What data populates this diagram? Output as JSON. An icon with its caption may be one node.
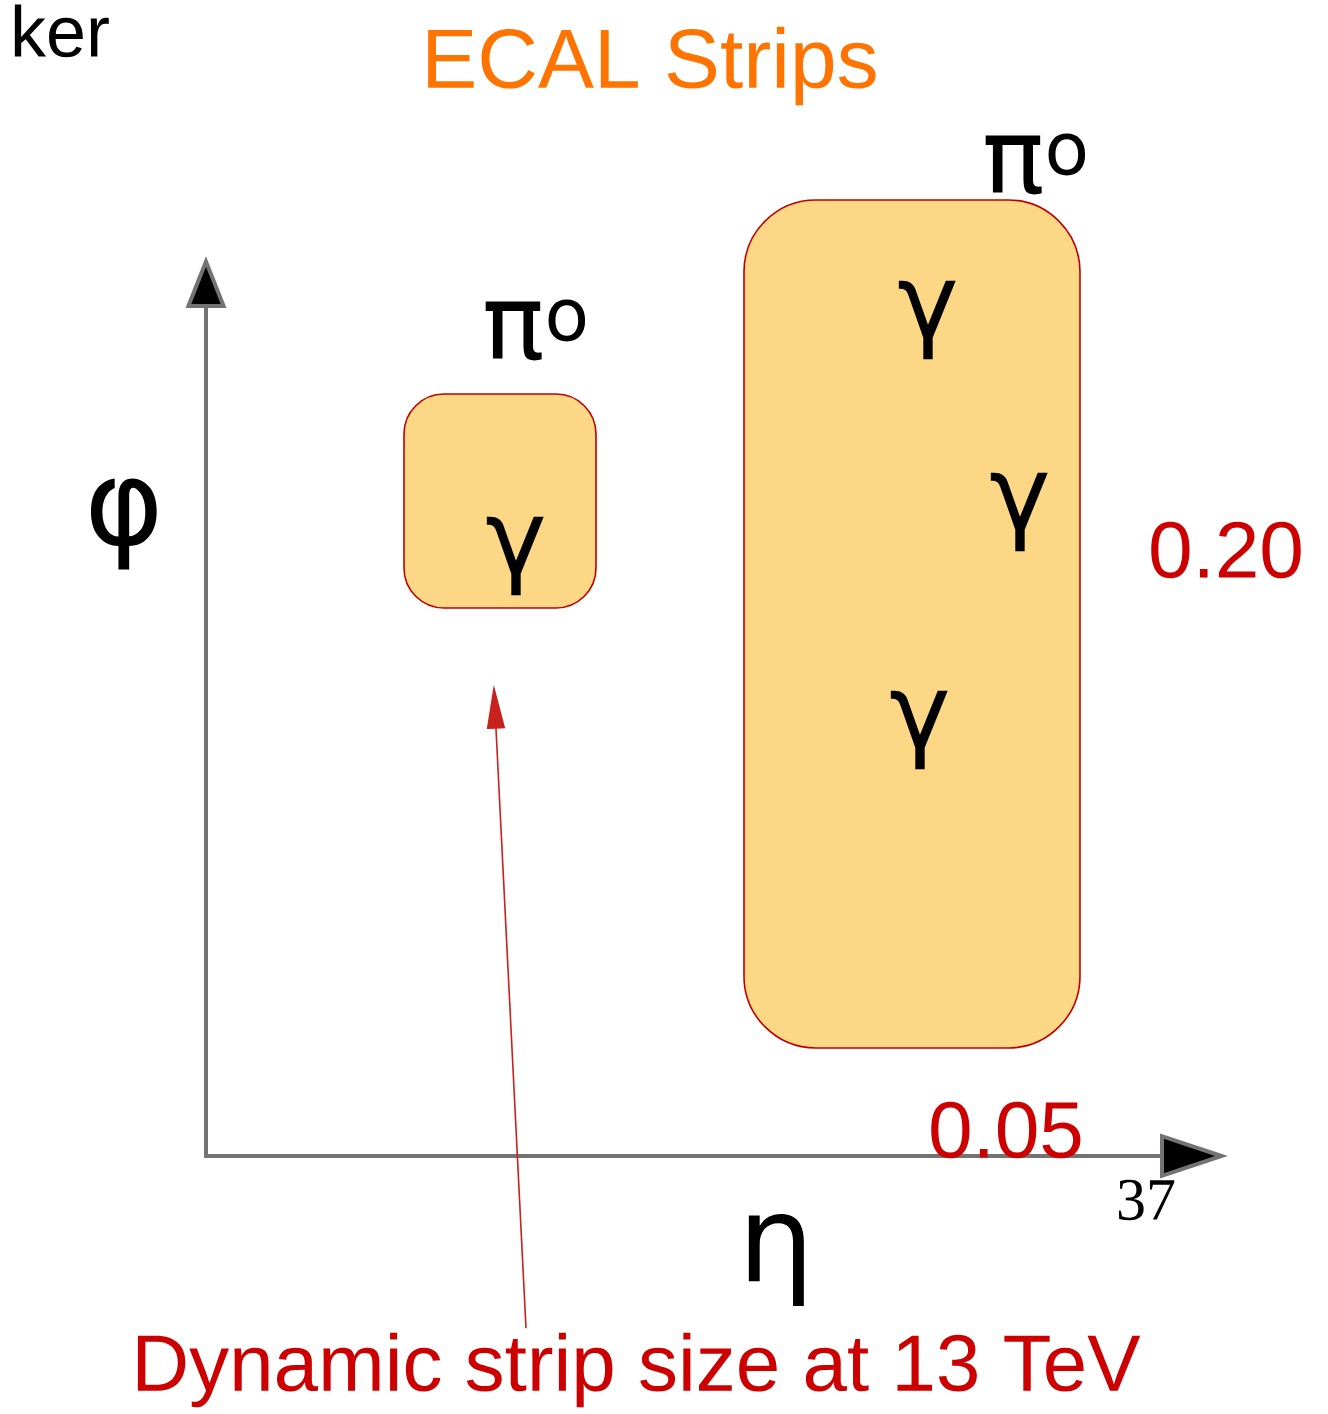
{
  "diagram": {
    "nodes": [
      {
        "text": [
          "π$^{o}$",
          "γ"
        ]
      },
      {
        "text": [
          "π$^{o}$",
          "γ",
          "γ",
          "γ"
        ]
      },
      {
        "text": [
          "Dynamic strip size at 13 TeV"
        ]
      }
    ],
    "edges": [
      {
        "from": 2,
        "to": 0,
        "arrow": "to",
        "color": "#c9211e"
      }
    ],
    "labels": [
      "ker",
      "ECAL Strips",
      "φ",
      "0.20",
      "0.05",
      "η",
      "37"
    ]
  }
}
